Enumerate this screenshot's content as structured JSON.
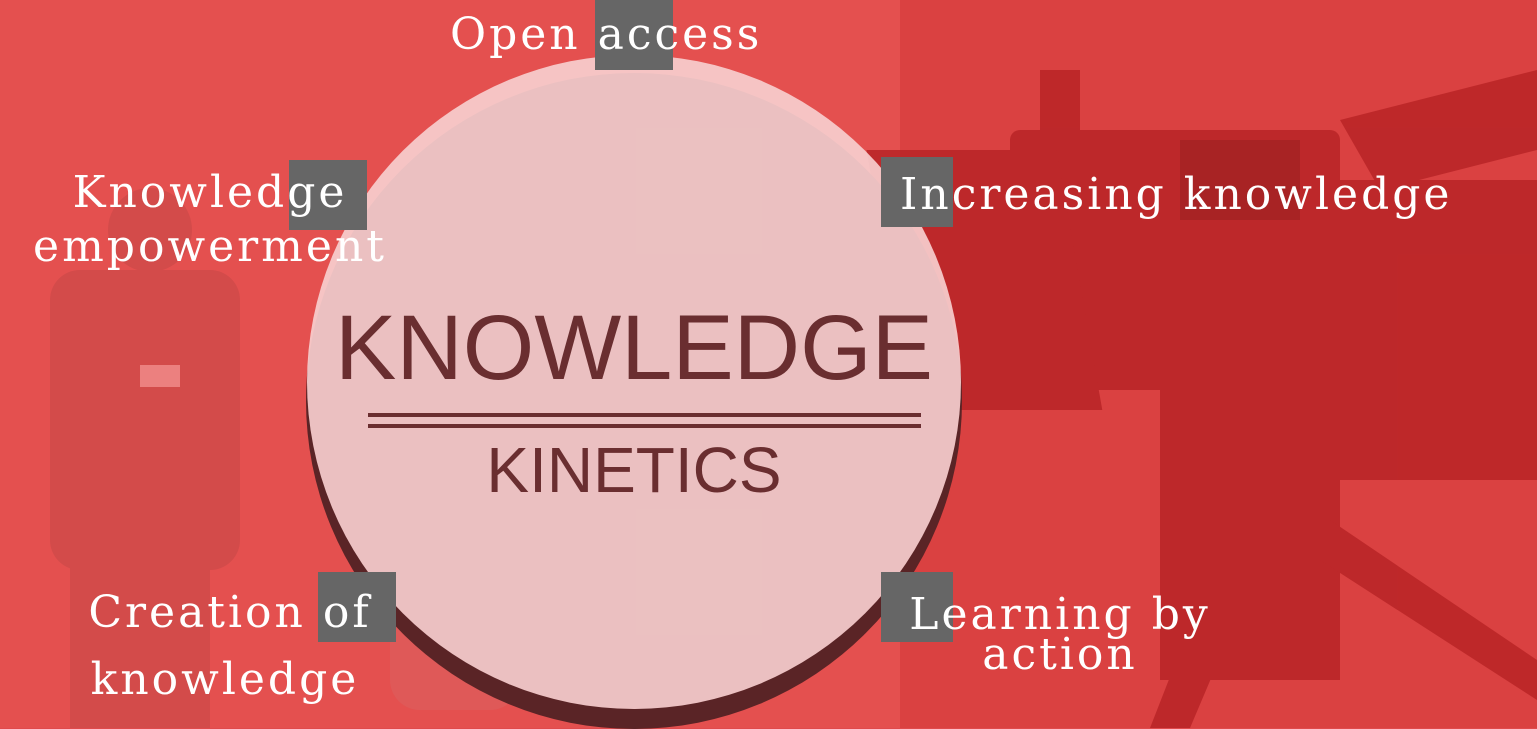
{
  "colors": {
    "background": "#e04a4c",
    "circle_fill": "#f7cece",
    "circle_shadow": "#5a2426",
    "title_text": "#6a2e30",
    "marker": "#666666",
    "label_text": "#ffffff"
  },
  "center": {
    "title": "KNOWLEDGE",
    "subtitle": "KINETICS"
  },
  "labels": {
    "open_access": "Open access",
    "increasing_knowledge": "Increasing knowledge",
    "learning_by_action_line1": "Learning by",
    "learning_by_action_line2": "action",
    "creation_line1": "Creation of",
    "creation_line2": "knowledge",
    "empowerment_line1": "Knowledge",
    "empowerment_line2": "empowerment"
  }
}
